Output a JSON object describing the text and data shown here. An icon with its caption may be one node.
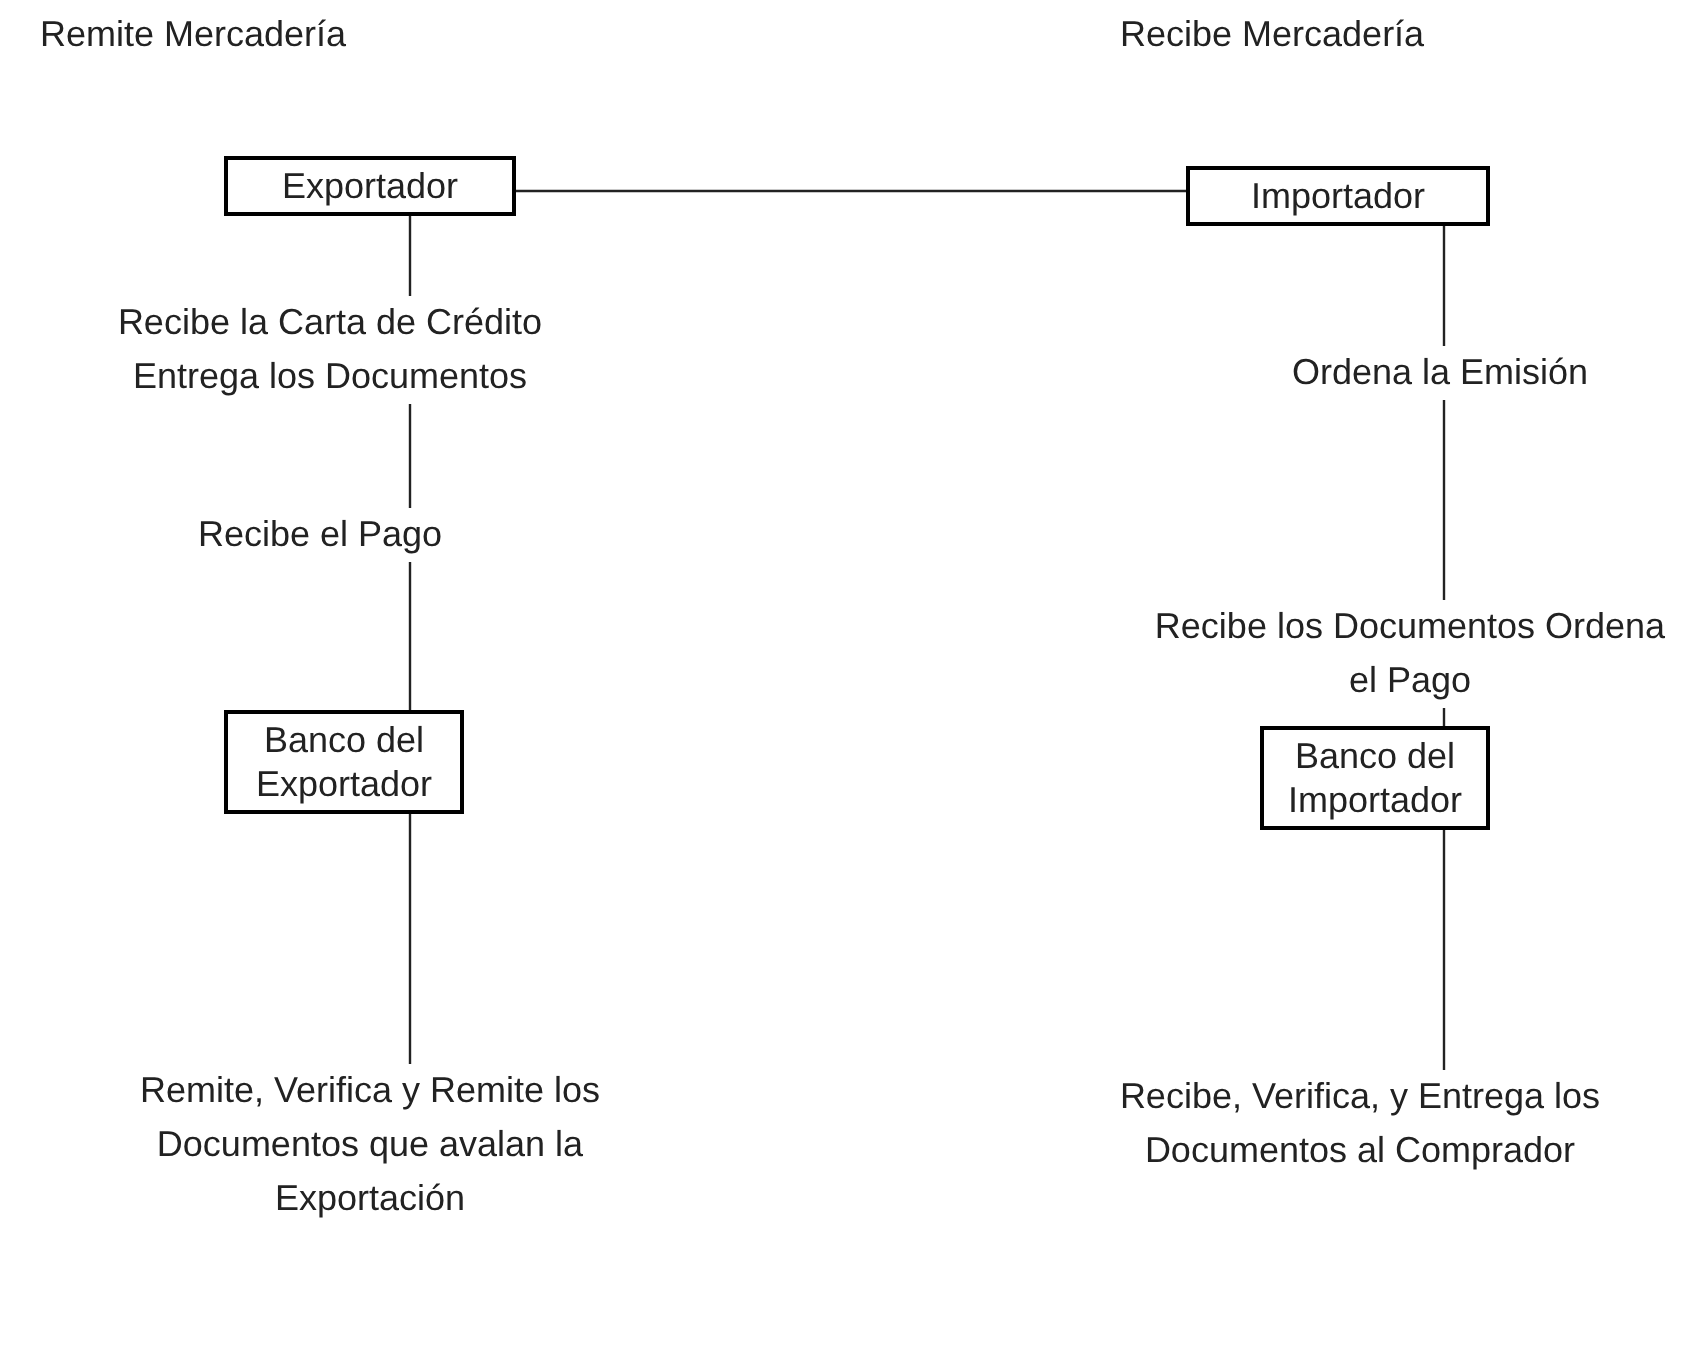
{
  "diagram": {
    "nodes": [
      {
        "text": [
          "Exportador"
        ],
        "beside": [
          "Remite Mercadería"
        ]
      },
      {
        "text": [
          "Importador"
        ],
        "beside": [
          "Recibe Mercadería"
        ]
      },
      {
        "text": [
          "Recibe la Carta de Crédito Entrega los Documentos"
        ]
      },
      {
        "text": [
          "Recibe el Pago"
        ]
      },
      {
        "text": [
          "Banco del Exportador"
        ]
      },
      {
        "text": [
          "Remite, Verifica y Remite los Documentos que avalan la Exportación"
        ]
      },
      {
        "text": [
          "Ordena la Emisión"
        ]
      },
      {
        "text": [
          "Recibe los Documentos Ordena el Pago"
        ]
      },
      {
        "text": [
          "Banco del Importador"
        ]
      },
      {
        "text": [
          "Recibe, Verifica, y Entrega los Documentos al Comprador"
        ]
      }
    ],
    "edges": [
      {
        "from": 0,
        "to": 1,
        "arrow": "none"
      },
      {
        "from": 0,
        "to": 2,
        "arrow": "none"
      },
      {
        "from": 2,
        "to": 3,
        "arrow": "none"
      },
      {
        "from": 3,
        "to": 4,
        "arrow": "none"
      },
      {
        "from": 4,
        "to": 5,
        "arrow": "none"
      },
      {
        "from": 1,
        "to": 6,
        "arrow": "none"
      },
      {
        "from": 6,
        "to": 7,
        "arrow": "none"
      },
      {
        "from": 7,
        "to": 8,
        "arrow": "none"
      },
      {
        "from": 8,
        "to": 9,
        "arrow": "none"
      }
    ]
  }
}
